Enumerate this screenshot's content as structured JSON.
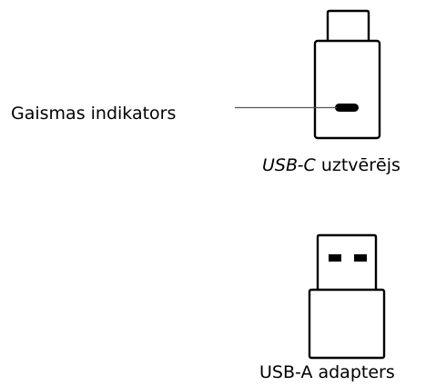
{
  "labels": {
    "indicator": "Gaismas indikators",
    "usb_c_prefix": "USB-C",
    "usb_c_suffix": " uztvērējs",
    "usb_a": "USB-A adapters"
  },
  "colors": {
    "stroke": "#000000",
    "background": "#ffffff",
    "leader_line": "#555555"
  },
  "icons": {
    "receiver": "usb-c-receiver-icon",
    "adapter": "usb-a-adapter-icon"
  }
}
